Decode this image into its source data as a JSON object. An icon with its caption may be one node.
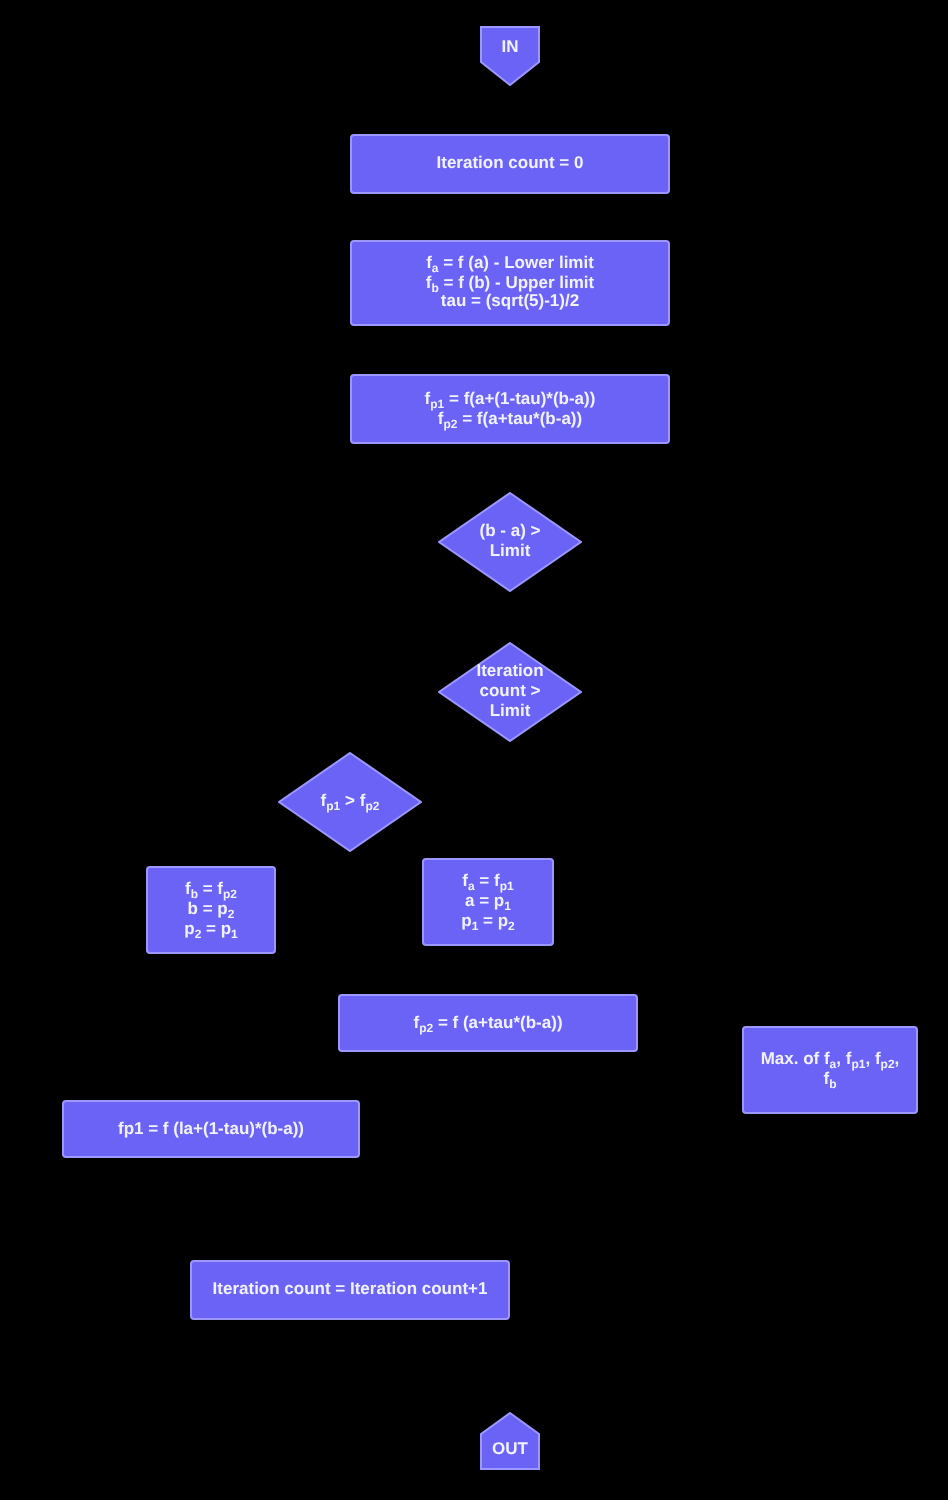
{
  "diagram": {
    "nodes": [
      {
        "text": [
          "IN"
        ]
      },
      {
        "text": [
          "Iteration count = 0"
        ]
      },
      {
        "text": [
          "f$_{a}$ = f (a) - Lower limit",
          "f$_{b}$ = f (b) - Upper limit",
          "tau = (sqrt(5)-1)/2"
        ]
      },
      {
        "text": [
          "f$_{p1}$ = f(a+(1-tau)*(b-a))",
          "f$_{p2}$ = f(a+tau*(b-a))"
        ]
      },
      {
        "text": [
          "(b - a) > Limit"
        ]
      },
      {
        "text": [
          "Iteration count > Limit"
        ]
      },
      {
        "text": [
          "f$_{p1}$ > f$_{p2}$"
        ]
      },
      {
        "text": [
          "f$_{b}$ = f$_{p2}$",
          "b = p$_{2}$",
          "p$_{2}$ = p$_{1}$"
        ]
      },
      {
        "text": [
          "f$_{a}$ = f$_{p1}$",
          "a = p$_{1}$",
          "p$_{1}$ = p$_{2}$"
        ]
      },
      {
        "text": [
          "f$_{p2}$ = f (a+tau*(b-a))"
        ]
      },
      {
        "text": [
          "Max. of f$_{a}$, f$_{p1}$, f$_{p2}$, f$_{b}$"
        ]
      },
      {
        "text": [
          "fp1 = f (la+(1-tau)*(b-a))"
        ]
      },
      {
        "text": [
          "Iteration count = Iteration count+1"
        ]
      },
      {
        "text": [
          "OUT"
        ]
      }
    ]
  }
}
